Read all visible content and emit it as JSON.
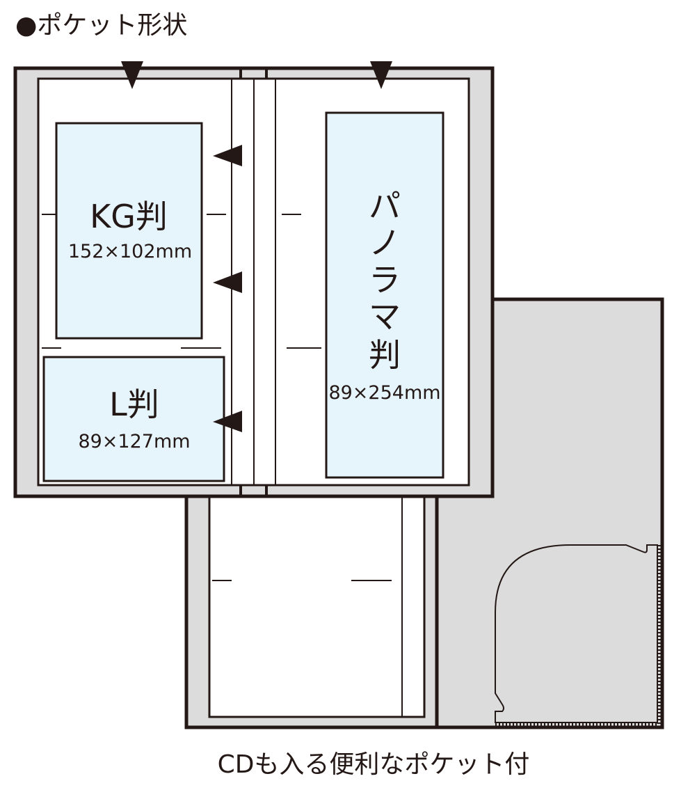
{
  "title": "●ポケット形状",
  "pockets": {
    "kg": {
      "label": "KG判",
      "size": "152×102mm"
    },
    "l": {
      "label": "L判",
      "size": "89×127mm"
    },
    "panorama": {
      "label_lines": [
        "パ",
        "ノ",
        "ラ",
        "マ",
        "判"
      ],
      "size": "89×254mm"
    }
  },
  "caption": "CDも入る便利なポケット付",
  "colors": {
    "cover": "#dcdcdc",
    "pocket": "#e6f4fc",
    "line": "#231815"
  }
}
